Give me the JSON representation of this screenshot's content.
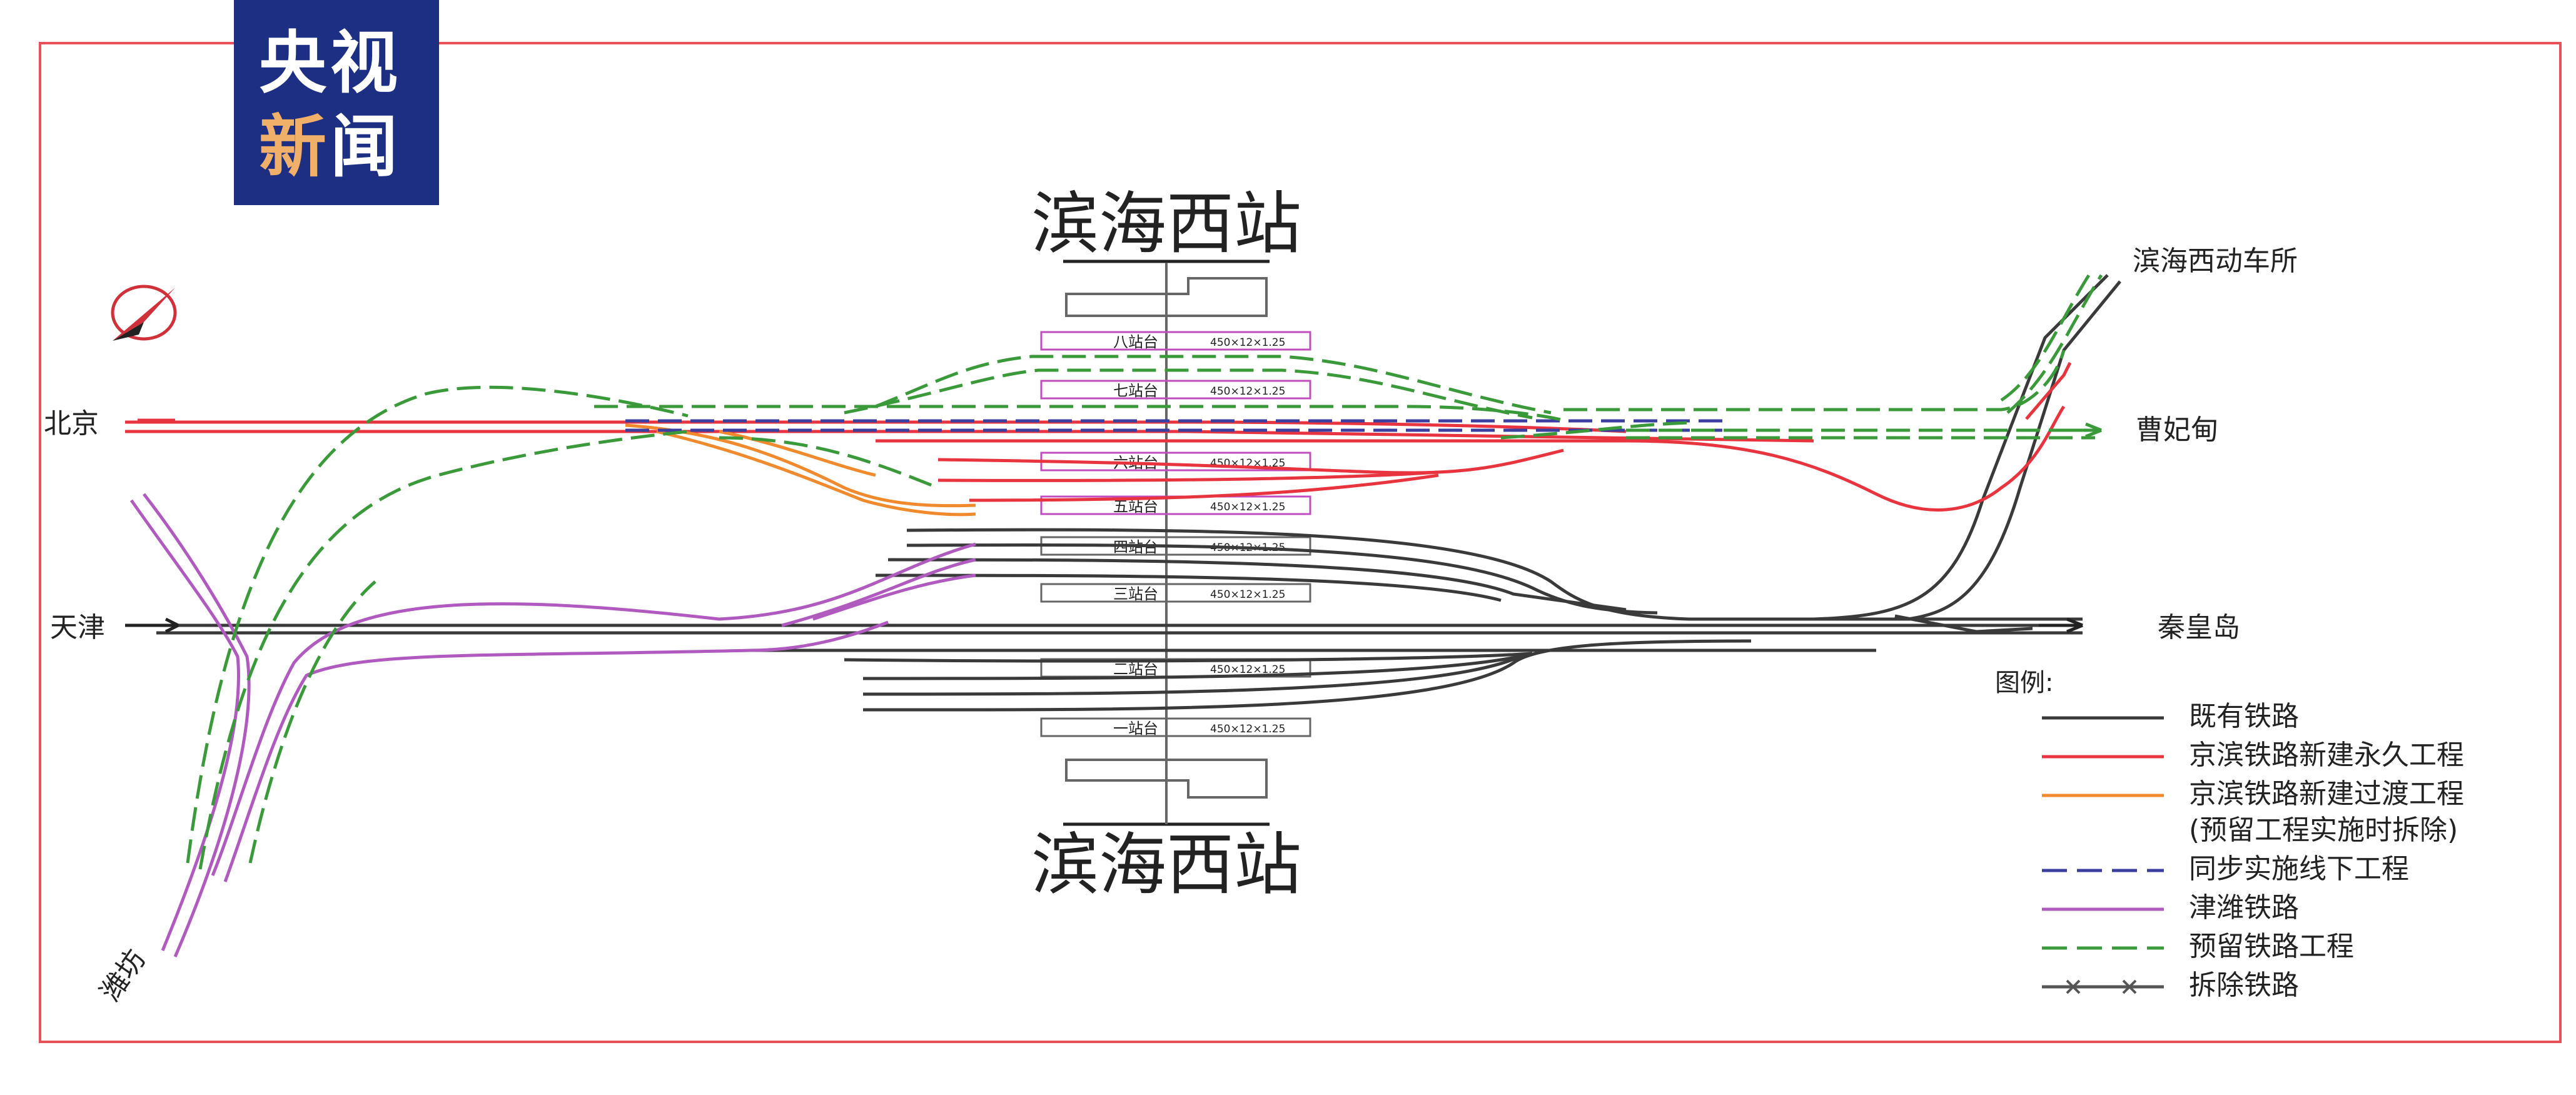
{
  "logo": {
    "line1": "央视",
    "line2_a": "新",
    "line2_b": "闻"
  },
  "station_title_top": "滨海西站",
  "station_title_bottom": "滨海西站",
  "places": {
    "beijing": "北京",
    "tianjin": "天津",
    "weifang": "潍坊",
    "depot": "滨海西动车所",
    "caofeidian": "曹妃甸",
    "qinhuangdao": "秦皇岛"
  },
  "platforms": [
    {
      "name": "八站台",
      "size": "450×12×1.25"
    },
    {
      "name": "七站台",
      "size": "450×12×1.25"
    },
    {
      "name": "六站台",
      "size": "450×12×1.25"
    },
    {
      "name": "五站台",
      "size": "450×12×1.25"
    },
    {
      "name": "四站台",
      "size": "450×12×1.25"
    },
    {
      "name": "三站台",
      "size": "450×12×1.25"
    },
    {
      "name": "二站台",
      "size": "450×12×1.25"
    },
    {
      "name": "一站台",
      "size": "450×12×1.25"
    }
  ],
  "legend": {
    "title": "图例:",
    "items": [
      {
        "label": "既有铁路",
        "color": "#3a3a3a",
        "style": "solid"
      },
      {
        "label": "京滨铁路新建永久工程",
        "color": "#e8343e",
        "style": "solid"
      },
      {
        "label": "京滨铁路新建过渡工程",
        "label2": "(预留工程实施时拆除)",
        "color": "#f08a2c",
        "style": "solid"
      },
      {
        "label": "同步实施线下工程",
        "color": "#3b3fa0",
        "style": "dashed"
      },
      {
        "label": "津潍铁路",
        "color": "#b05ac0",
        "style": "solid"
      },
      {
        "label": "预留铁路工程",
        "color": "#3a9a3a",
        "style": "dashed"
      },
      {
        "label": "拆除铁路",
        "color": "#555555",
        "style": "crossed"
      }
    ]
  },
  "colors": {
    "existing": "#3a3a3a",
    "permanent": "#e8343e",
    "transition": "#f08a2c",
    "sync": "#3b3fa0",
    "jinwei": "#b05ac0",
    "reserved": "#3a9a3a",
    "frame": "#e8505a",
    "logo_bg": "#1d2f82"
  }
}
